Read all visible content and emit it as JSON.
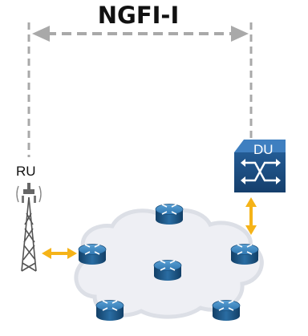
{
  "diagram": {
    "title": "NGFI-I",
    "ru_label": "RU",
    "du_label": "DU"
  },
  "icons": {
    "tower": "radio-tower-icon",
    "du": "du-switch-icon",
    "router": "router-icon"
  },
  "colors": {
    "dashed_line": "#a9a9a9",
    "arrow_orange": "#f5b318",
    "cloud_fill": "#eeeff4",
    "router_blue": "#1f5e93",
    "router_light": "#3e87bf",
    "du_blue": "#1c4f86",
    "du_top": "#3f7fc0"
  }
}
